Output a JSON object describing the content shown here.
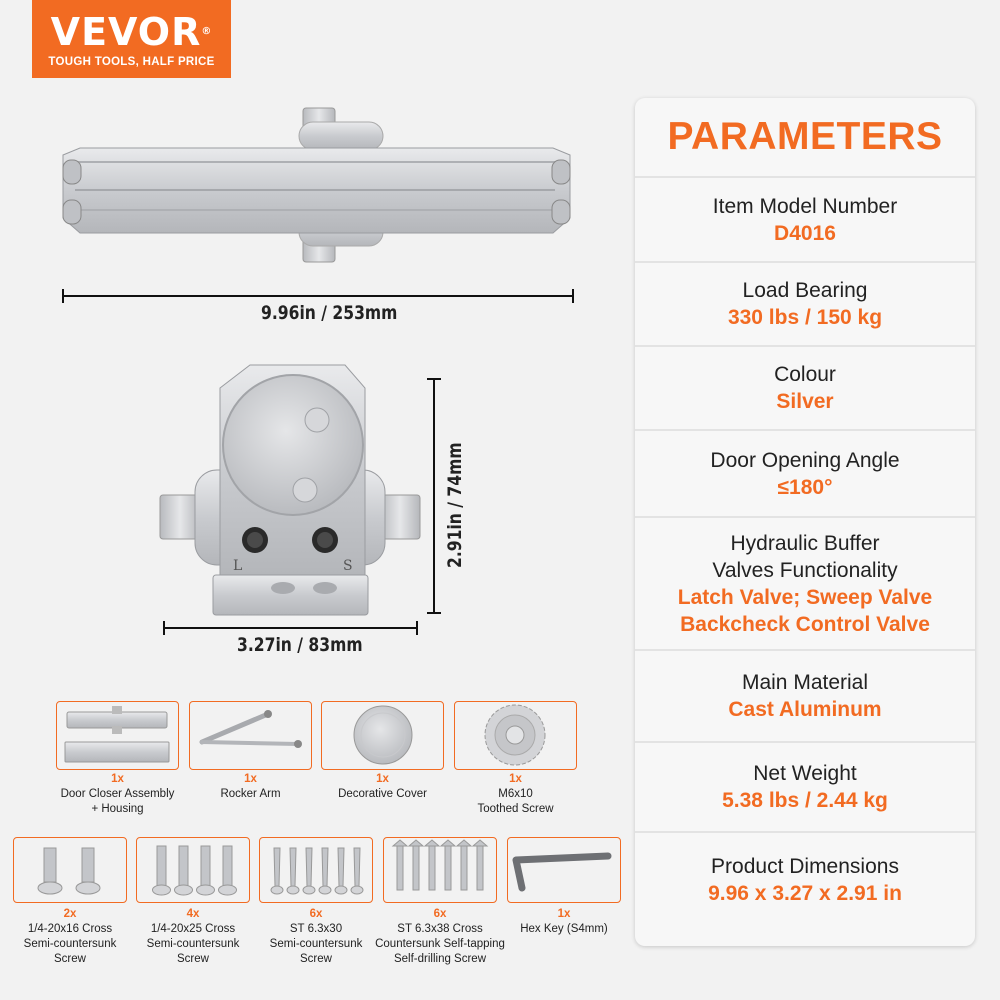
{
  "brand": {
    "name": "VEVOR",
    "tagline": "TOUGH TOOLS, HALF PRICE",
    "color": "#f26b22"
  },
  "dimensions": {
    "length": "9.96in / 253mm",
    "width": "3.27in / 83mm",
    "height": "2.91in / 74mm"
  },
  "side_view": {
    "left_valve_mark": "L",
    "right_valve_mark": "S"
  },
  "parameters": {
    "title": "PARAMETERS",
    "rows": [
      {
        "label": "Item Model Number",
        "value": "D4016"
      },
      {
        "label": "Load Bearing",
        "value": "330 lbs / 150 kg"
      },
      {
        "label": "Colour",
        "value": "Silver"
      },
      {
        "label": "Door Opening Angle",
        "value": "≤180°"
      },
      {
        "label_lines": [
          "Hydraulic Buffer",
          "Valves Functionality"
        ],
        "value_lines": [
          "Latch Valve; Sweep Valve",
          "Backcheck Control Valve"
        ]
      },
      {
        "label": "Main Material",
        "value": "Cast Aluminum"
      },
      {
        "label": "Net Weight",
        "value": "5.38 lbs / 2.44 kg"
      },
      {
        "label": "Product Dimensions",
        "value": "9.96 x 3.27 x 2.91 in"
      }
    ]
  },
  "accessories": {
    "row1": [
      {
        "qty": "1x",
        "lines": [
          "Door Closer Assembly",
          "+ Housing"
        ],
        "icon": "door-closer-assembly-icon"
      },
      {
        "qty": "1x",
        "lines": [
          "Rocker Arm"
        ],
        "icon": "rocker-arm-icon"
      },
      {
        "qty": "1x",
        "lines": [
          "Decorative Cover"
        ],
        "icon": "decorative-cover-icon"
      },
      {
        "qty": "1x",
        "lines": [
          "M6x10",
          "Toothed Screw"
        ],
        "icon": "toothed-screw-icon"
      }
    ],
    "row2": [
      {
        "qty": "2x",
        "lines": [
          "1/4-20x16 Cross",
          "Semi-countersunk",
          "Screw"
        ],
        "icon": "short-screw-icon"
      },
      {
        "qty": "4x",
        "lines": [
          "1/4-20x25 Cross",
          "Semi-countersunk",
          "Screw"
        ],
        "icon": "medium-screw-icon"
      },
      {
        "qty": "6x",
        "lines": [
          "ST 6.3x30",
          "Semi-countersunk",
          "Screw"
        ],
        "icon": "wood-screw-icon"
      },
      {
        "qty": "6x",
        "lines": [
          "ST 6.3x38 Cross",
          "Countersunk Self-tapping",
          "Self-drilling Screw"
        ],
        "icon": "self-drilling-screw-icon"
      },
      {
        "qty": "1x",
        "lines": [
          "Hex Key (S4mm)"
        ],
        "icon": "hex-key-icon"
      }
    ]
  }
}
